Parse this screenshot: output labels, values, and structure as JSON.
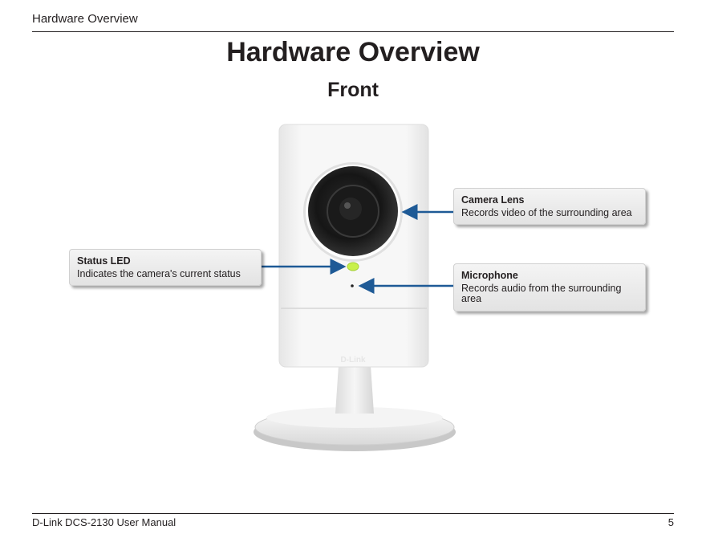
{
  "header": {
    "running_title": "Hardware Overview"
  },
  "main": {
    "title": "Hardware Overview",
    "section": "Front"
  },
  "product": {
    "brand_mark": "D-Link"
  },
  "callouts": {
    "status_led": {
      "title": "Status LED",
      "description": "Indicates the camera's current status"
    },
    "camera_lens": {
      "title": "Camera Lens",
      "description": "Records video of the surrounding area"
    },
    "microphone": {
      "title": "Microphone",
      "description": "Records audio from the surrounding area"
    }
  },
  "footer": {
    "manual": "D-Link DCS-2130 User Manual",
    "page_number": "5"
  },
  "colors": {
    "arrow": "#1e5a96",
    "led": "#c8f04a",
    "text": "#231f20"
  }
}
